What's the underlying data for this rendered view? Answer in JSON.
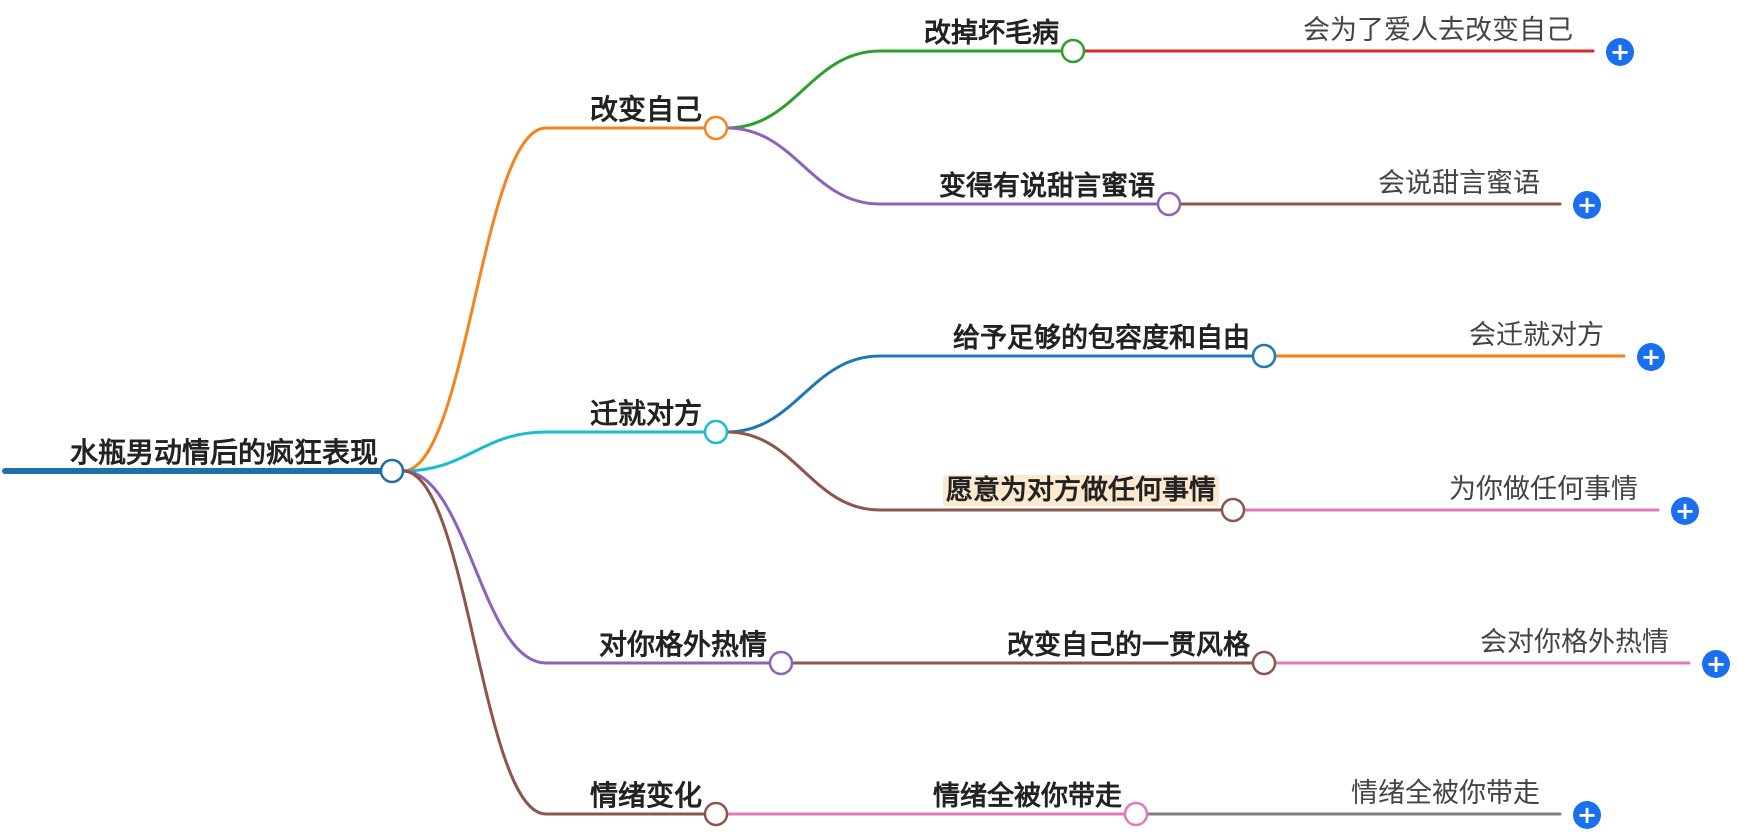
{
  "root": {
    "label": "水瓶男动情后的疯狂表现",
    "color": "#1f6fa8"
  },
  "branches": [
    {
      "label": "改变自己",
      "color": "#f5841f",
      "children": [
        {
          "label": "改掉坏毛病",
          "color": "#2ca02c",
          "leaf": {
            "label": "会为了爱人去改变自己",
            "color": "#d62728"
          }
        },
        {
          "label": "变得有说甜言蜜语",
          "color": "#8e62b8",
          "leaf": {
            "label": "会说甜言蜜语",
            "color": "#8c564b"
          }
        }
      ]
    },
    {
      "label": "迁就对方",
      "color": "#17becf",
      "children": [
        {
          "label": "给予足够的包容度和自由",
          "color": "#1f77b4",
          "leaf": {
            "label": "会迁就对方",
            "color": "#ff7f0e"
          }
        },
        {
          "label": "愿意为对方做任何事情",
          "color": "#8c564b",
          "highlight": true,
          "leaf": {
            "label": "为你做任何事情",
            "color": "#e377c2"
          }
        }
      ]
    },
    {
      "label": "对你格外热情",
      "color": "#8e62b8",
      "children": [
        {
          "label": "改变自己的一贯风格",
          "color": "#8c564b",
          "leaf": {
            "label": "会对你格外热情",
            "color": "#e377c2"
          }
        }
      ]
    },
    {
      "label": "情绪变化",
      "color": "#8c564b",
      "children": [
        {
          "label": "情绪全被你带走",
          "color": "#e377c2",
          "leaf": {
            "label": "情绪全被你带走",
            "color": "#7f7f7f"
          }
        }
      ]
    }
  ],
  "expand_symbol": "+",
  "expand_color": "#1a6ff0"
}
